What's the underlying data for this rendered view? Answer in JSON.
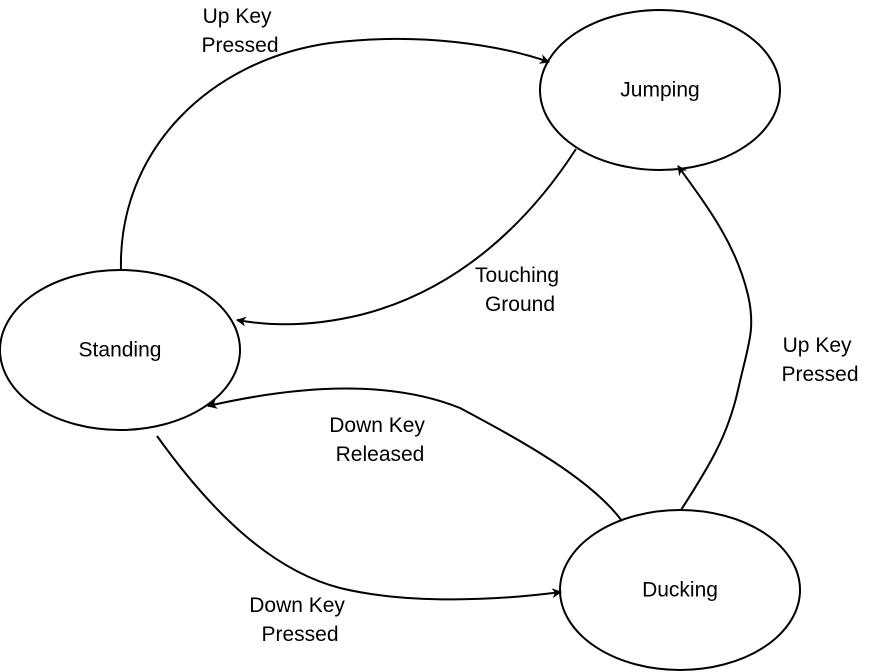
{
  "colors": {
    "background": "#ffffff",
    "stroke": "#000000",
    "text": "#000000"
  },
  "diagram": {
    "states": {
      "standing": "Standing",
      "jumping": "Jumping",
      "ducking": "Ducking"
    },
    "transitions": {
      "standing_to_jumping": [
        "Up Key",
        "Pressed"
      ],
      "jumping_to_standing": [
        "Touching",
        "Ground"
      ],
      "ducking_to_jumping": [
        "Up Key",
        "Pressed"
      ],
      "ducking_to_standing": [
        "Down Key",
        "Released"
      ],
      "standing_to_ducking": [
        "Down Key",
        "Pressed"
      ]
    }
  }
}
